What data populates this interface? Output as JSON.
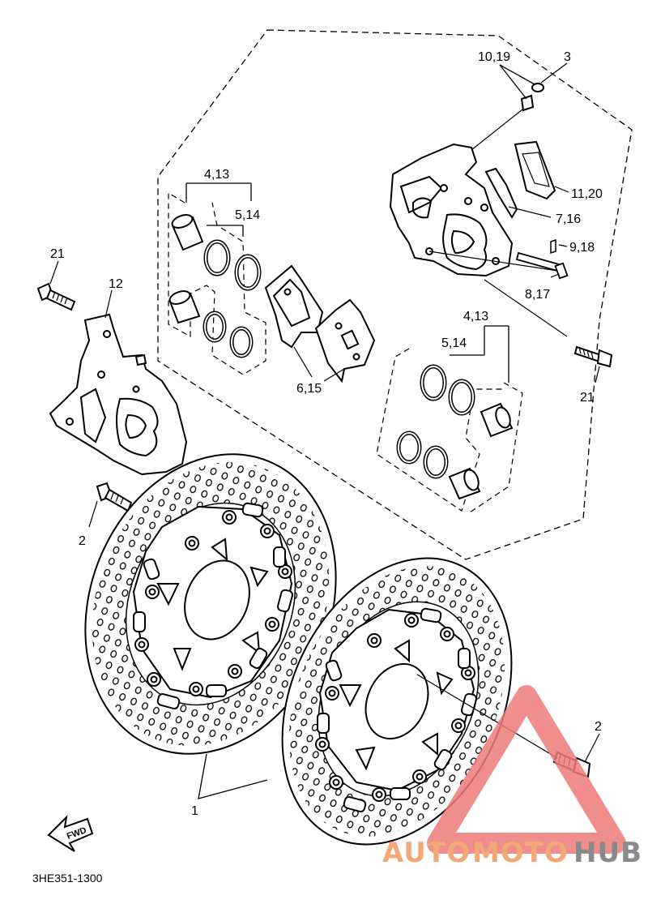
{
  "labels": {
    "l_10_19": "10,19",
    "l_3": "3",
    "l_11_20": "11,20",
    "l_7_16": "7,16",
    "l_9_18": "9,18",
    "l_8_17": "8,17",
    "l_4_13_top": "4,13",
    "l_5_14_top": "5,14",
    "l_21_left": "21",
    "l_12": "12",
    "l_6_15": "6,15",
    "l_4_13_right": "4,13",
    "l_5_14_right": "5,14",
    "l_21_right": "21",
    "l_2_left": "2",
    "l_2_right": "2",
    "l_1": "1"
  },
  "fwd": "FWD",
  "diagram_code": "3HE351-1300",
  "watermark": {
    "auto": "AUTO",
    "moto": "MOTO",
    "hub": "HUB",
    "color_auto": "#f2a877",
    "color_moto": "#f2a877",
    "color_hub": "#8a8a8a",
    "triangle_color": "#ee7a7a"
  }
}
